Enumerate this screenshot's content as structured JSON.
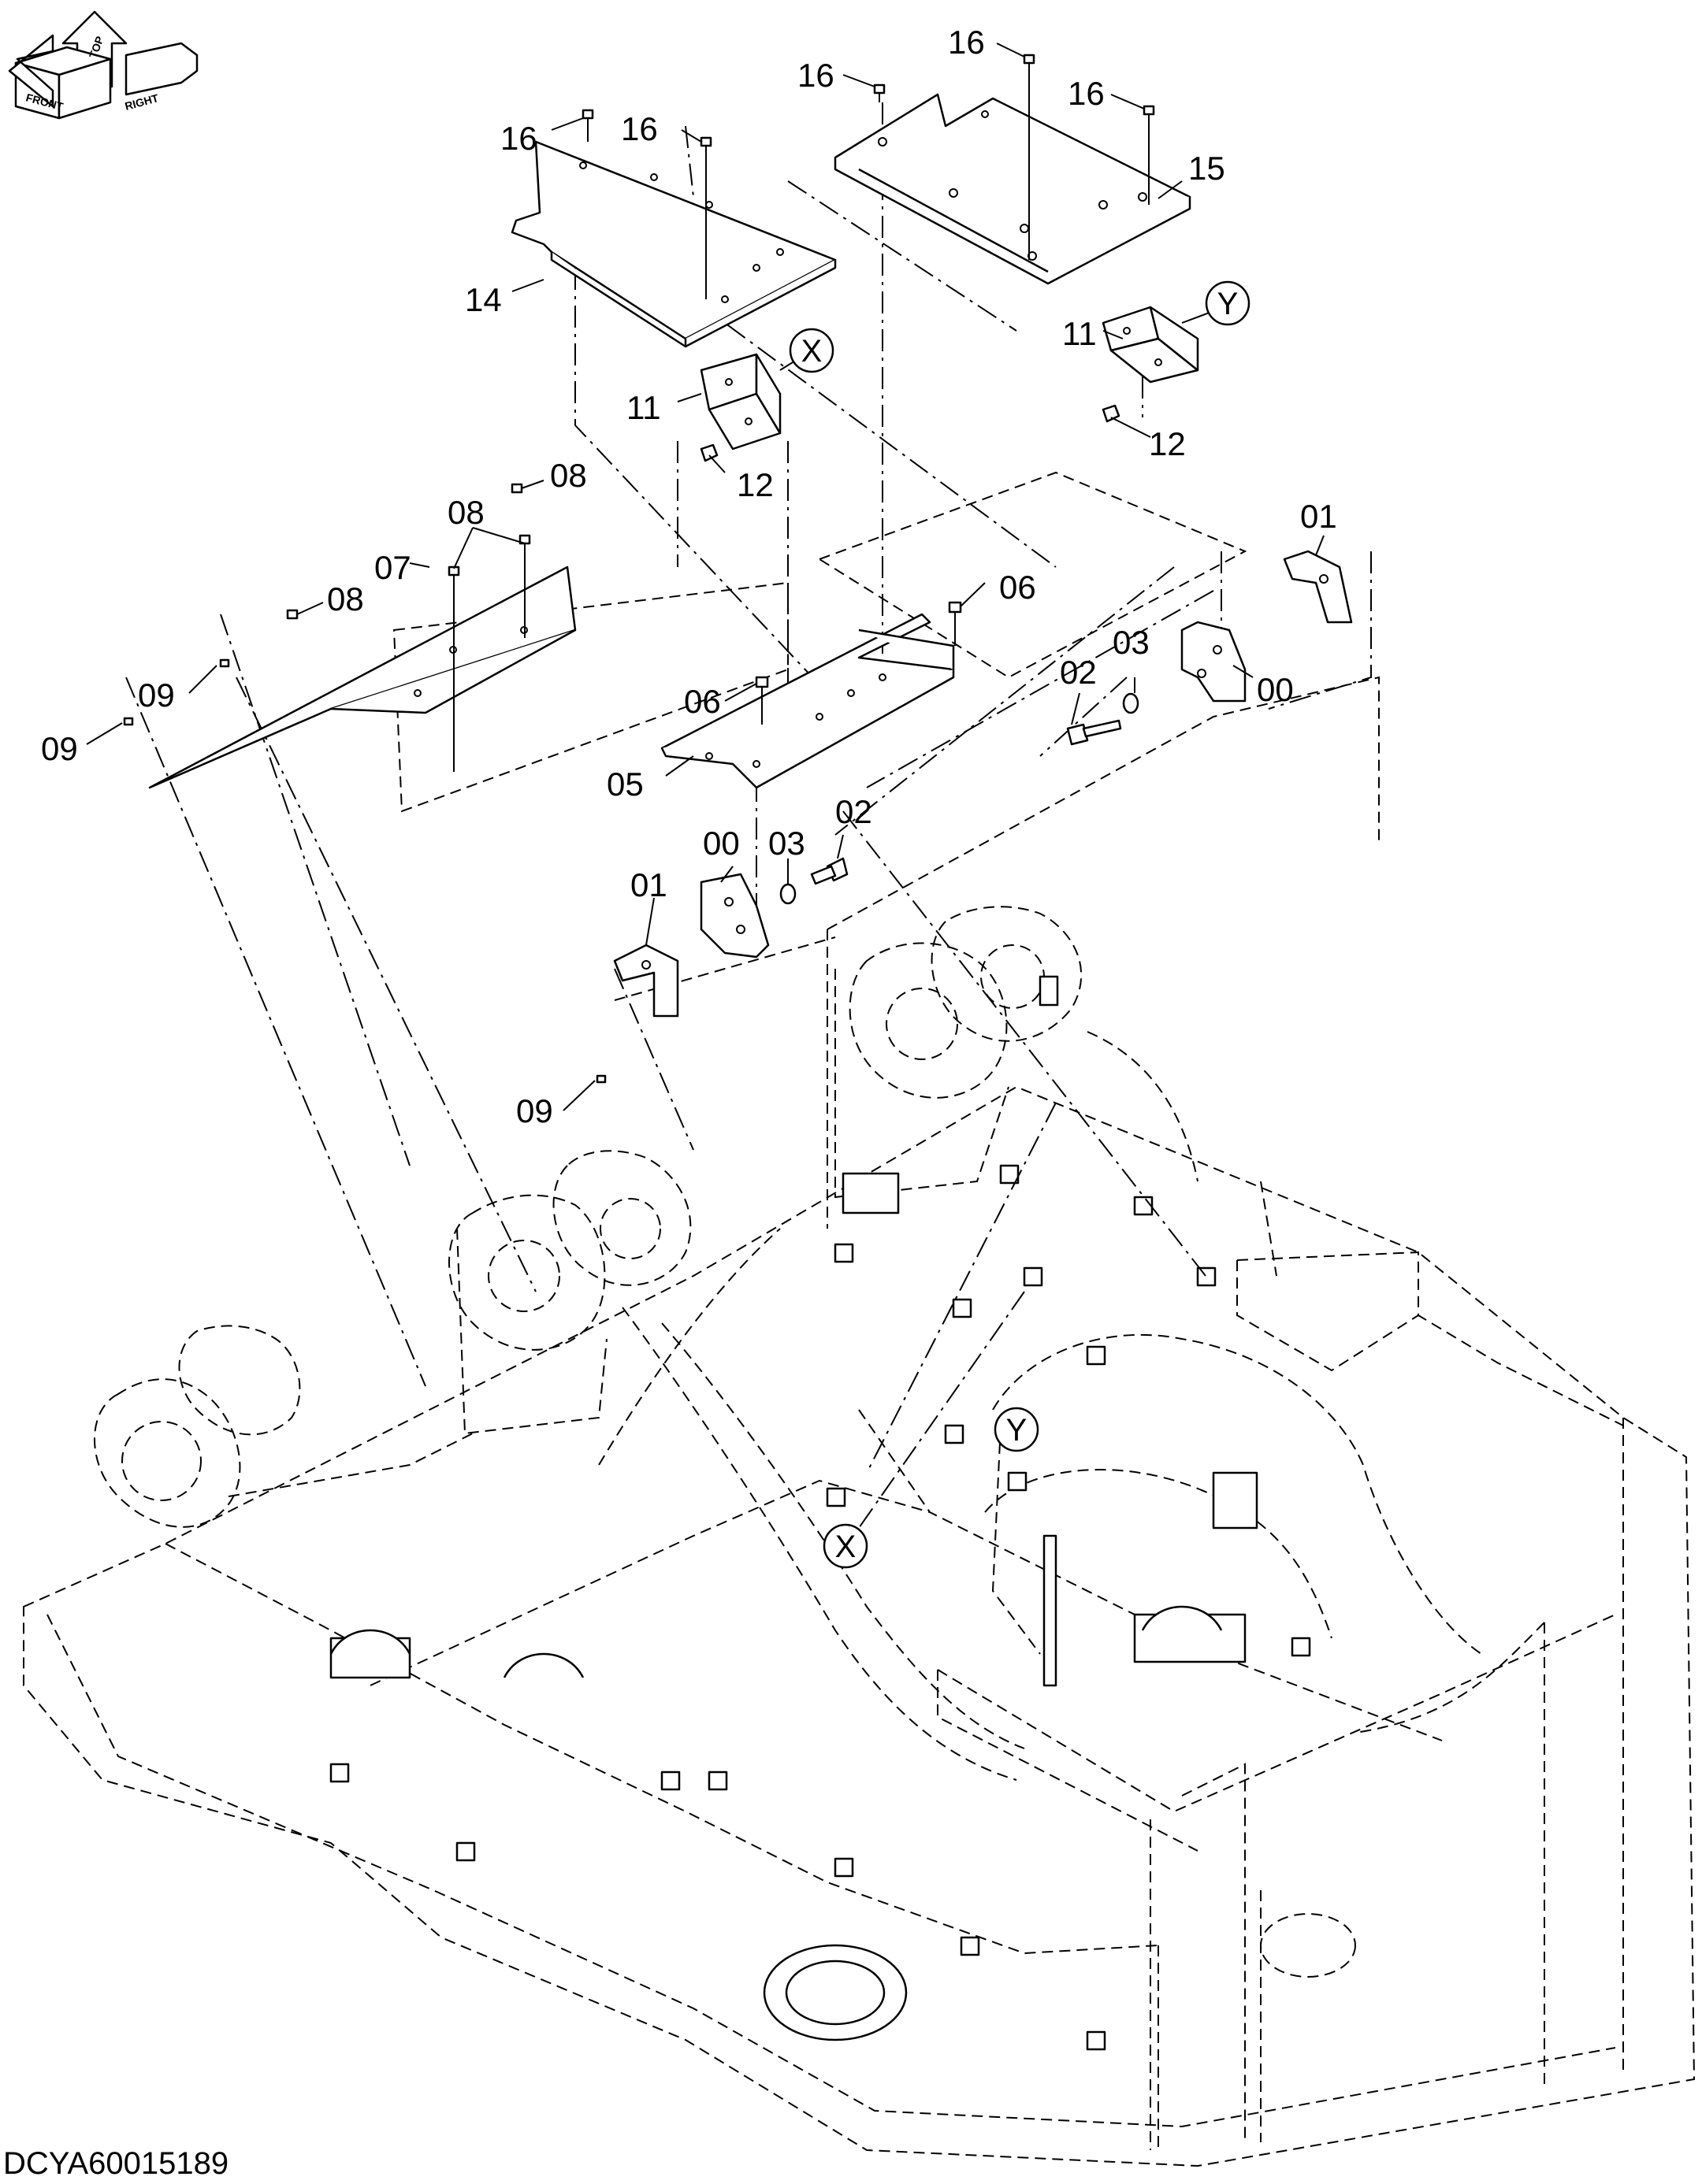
{
  "orientation_icon": {
    "icon": "orientation-cube-icon",
    "labels": {
      "top": "TOP",
      "front": "FRONT",
      "right": "RIGHT"
    }
  },
  "callouts": {
    "c16a": "16",
    "c16b": "16",
    "c16c": "16",
    "c16d": "16",
    "c16e": "16",
    "c15": "15",
    "c14": "14",
    "c11a": "11",
    "c11b": "11",
    "c12a": "12",
    "c12b": "12",
    "c08a": "08",
    "c08b": "08",
    "c08c": "08",
    "c07": "07",
    "c09a": "09",
    "c09b": "09",
    "c09c": "09",
    "c06a": "06",
    "c06b": "06",
    "c05": "05",
    "c01a": "01",
    "c01b": "01",
    "c00a": "00",
    "c00b": "00",
    "c03a": "03",
    "c03b": "03",
    "c02a": "02",
    "c02b": "02"
  },
  "reference_marks": {
    "x_top": "X",
    "y_top": "Y",
    "y_frame": "Y",
    "x_frame": "X"
  },
  "document_code": "DCYA60015189"
}
